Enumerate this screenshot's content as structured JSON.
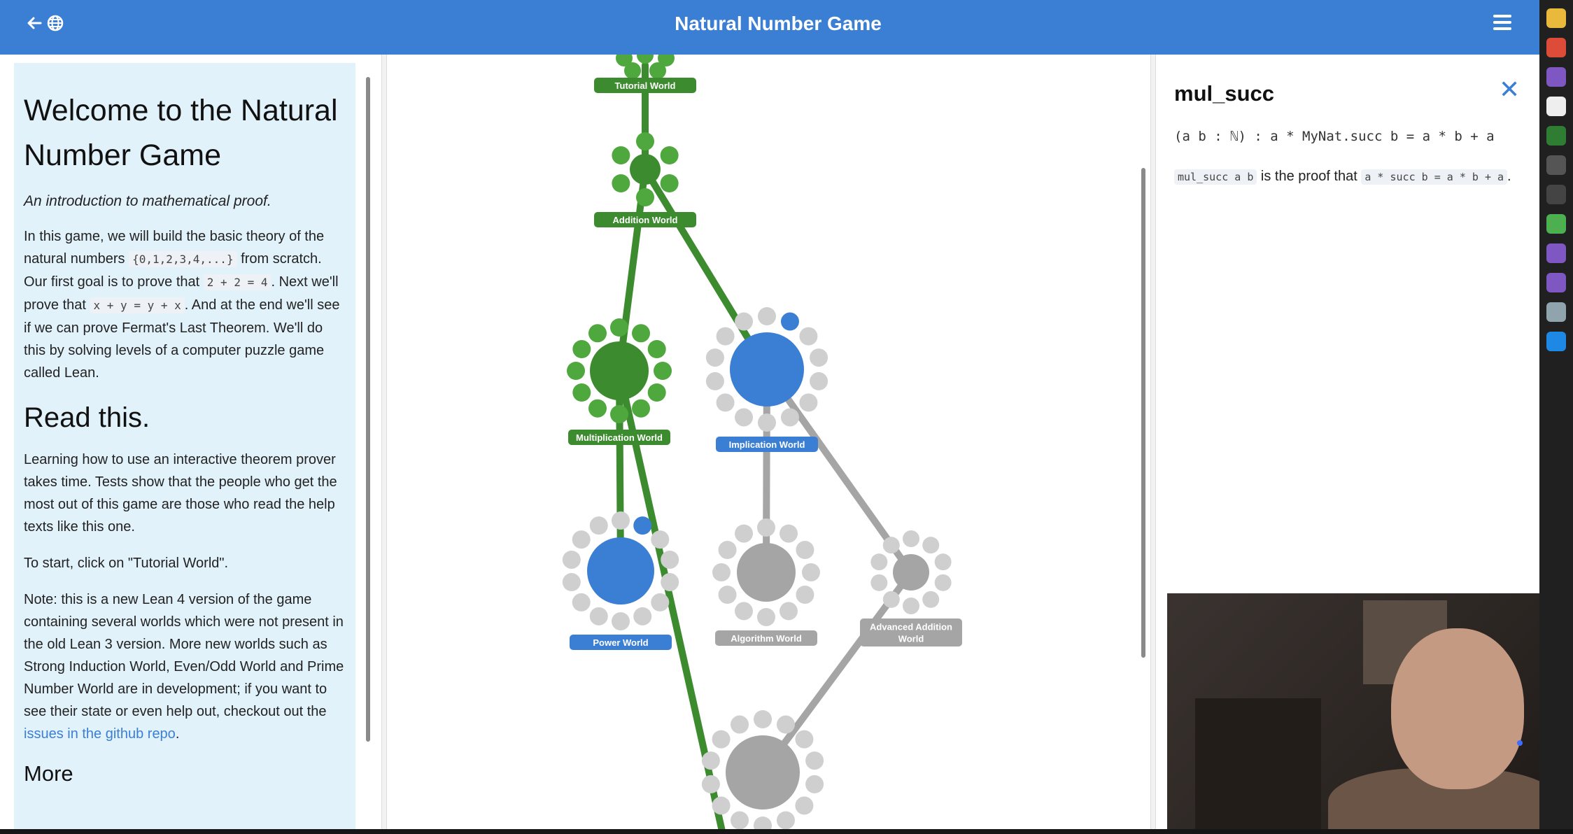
{
  "header": {
    "title": "Natural Number Game",
    "back_icon": "arrow-left-icon",
    "lang_icon": "globe-icon",
    "menu_icon": "hamburger-menu-icon",
    "color": "#3b7fd4"
  },
  "intro": {
    "title": "Welcome to the Natural Number Game",
    "tagline": "An introduction to mathematical proof.",
    "p1_a": "In this game, we will build the basic theory of the natural numbers ",
    "p1_code1": "{0,1,2,3,4,...}",
    "p1_b": " from scratch. Our first goal is to prove that ",
    "p1_code2": "2 + 2 = 4",
    "p1_c": ". Next we'll prove that ",
    "p1_code3": "x + y = y + x",
    "p1_d": ". And at the end we'll see if we can prove Fermat's Last Theorem. We'll do this by solving levels of a computer puzzle game called Lean.",
    "read_heading": "Read this.",
    "p2": "Learning how to use an interactive theorem prover takes time. Tests show that the people who get the most out of this game are those who read the help texts like this one.",
    "p3": "To start, click on \"Tutorial World\".",
    "p4_a": "Note: this is a new Lean 4 version of the game containing several worlds which were not present in the old Lean 3 version. More new worlds such as Strong Induction World, Even/Odd World and Prime Number World are in development; if you want to see their state or even help out, checkout out the ",
    "p4_link": "issues in the github repo",
    "p4_b": ".",
    "more_heading": "More"
  },
  "map": {
    "colors": {
      "done": "#3d8b2f",
      "done_light": "#4fa83d",
      "active": "#3b7fd4",
      "locked": "#a5a5a5",
      "locked_light": "#cfcfcf"
    },
    "worlds": [
      {
        "id": "tutorial",
        "label": "Tutorial World",
        "state": "done"
      },
      {
        "id": "addition",
        "label": "Addition World",
        "state": "done"
      },
      {
        "id": "multiplication",
        "label": "Multiplication World",
        "state": "done"
      },
      {
        "id": "implication",
        "label": "Implication World",
        "state": "active"
      },
      {
        "id": "power",
        "label": "Power World",
        "state": "active"
      },
      {
        "id": "algorithm",
        "label": "Algorithm World",
        "state": "locked"
      },
      {
        "id": "advanced_addition",
        "label": "Advanced Addition World",
        "state": "locked"
      },
      {
        "id": "unnamed_bottom",
        "label": "",
        "state": "locked"
      }
    ]
  },
  "inventory": {
    "theorem_name": "mul_succ",
    "close_icon": "close-icon",
    "signature": "(a b : ℕ) : a * MyNat.succ b = a * b + a",
    "doc_code1": "mul_succ a b",
    "doc_text": " is the proof that ",
    "doc_code2": "a * succ b = a * b + a",
    "doc_end": "."
  },
  "taskbar_icons": [
    "file-explorer-icon",
    "chrome-icon",
    "emacs-icon",
    "app-icon",
    "media-icon",
    "terminal-icon",
    "obs-icon",
    "game-icon",
    "visual-studio-icon",
    "emacs-icon",
    "paint-icon",
    "vscode-icon"
  ]
}
